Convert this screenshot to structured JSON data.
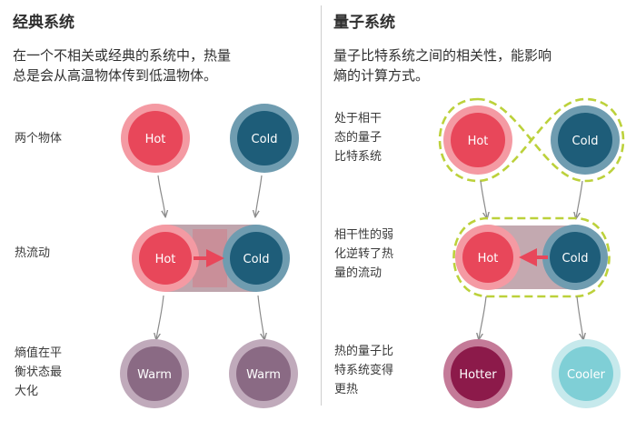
{
  "left": {
    "title": "经典系统",
    "description_line1": "在一个不相关或经典的系统中，热量",
    "description_line2": "总是会从高温物体传到低温物体。",
    "row1_label": "两个物体",
    "row2_label": "热流动",
    "row3_label_line1": "熵值在平",
    "row3_label_line2": "衡状态最",
    "row3_label_line3": "大化"
  },
  "right": {
    "title": "量子系统",
    "description_line1": "量子比特系统之间的相关性，能影响",
    "description_line2": "熵的计算方式。",
    "row1_label_line1": "处于相干",
    "row1_label_line2": "态的量子",
    "row1_label_line3": "比特系统",
    "row2_label_line1": "相干性的弱",
    "row2_label_line2": "化逆转了热",
    "row2_label_line3": "量的流动",
    "row3_label_line1": "热的量子比",
    "row3_label_line2": "特系统变得",
    "row3_label_line3": "更热"
  },
  "circles": {
    "hot": "Hot",
    "cold": "Cold",
    "warm": "Warm",
    "hotter": "Hotter",
    "cooler": "Cooler"
  },
  "colors": {
    "hot_fill": "#e8475a",
    "hot_ring": "#f49aa3",
    "cold_fill": "#1e5d79",
    "cold_ring": "#6f9cb0",
    "warm_fill": "#8a6a84",
    "warm_ring": "#c0aabb",
    "hotter_fill": "#8c1a4a",
    "hotter_ring": "#c47a98",
    "cooler_fill": "#7fcfd6",
    "cooler_ring": "#c6e9ec",
    "coherence_dash": "#bcd13b",
    "arrow_gray": "#8a8a8a",
    "heat_arrow": "#e8475a"
  }
}
